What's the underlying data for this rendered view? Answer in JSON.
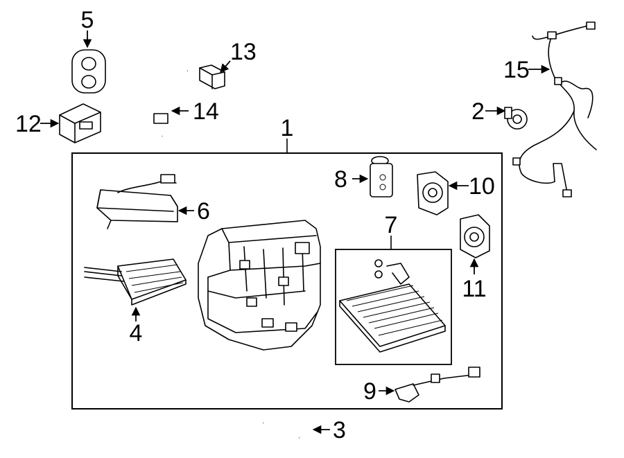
{
  "diagram": {
    "callouts": {
      "c1": "1",
      "c2": "2",
      "c3": "3",
      "c4": "4",
      "c5": "5",
      "c6": "6",
      "c7": "7",
      "c8": "8",
      "c9": "9",
      "c10": "10",
      "c11": "11",
      "c12": "12",
      "c13": "13",
      "c14": "14",
      "c15": "15"
    }
  }
}
